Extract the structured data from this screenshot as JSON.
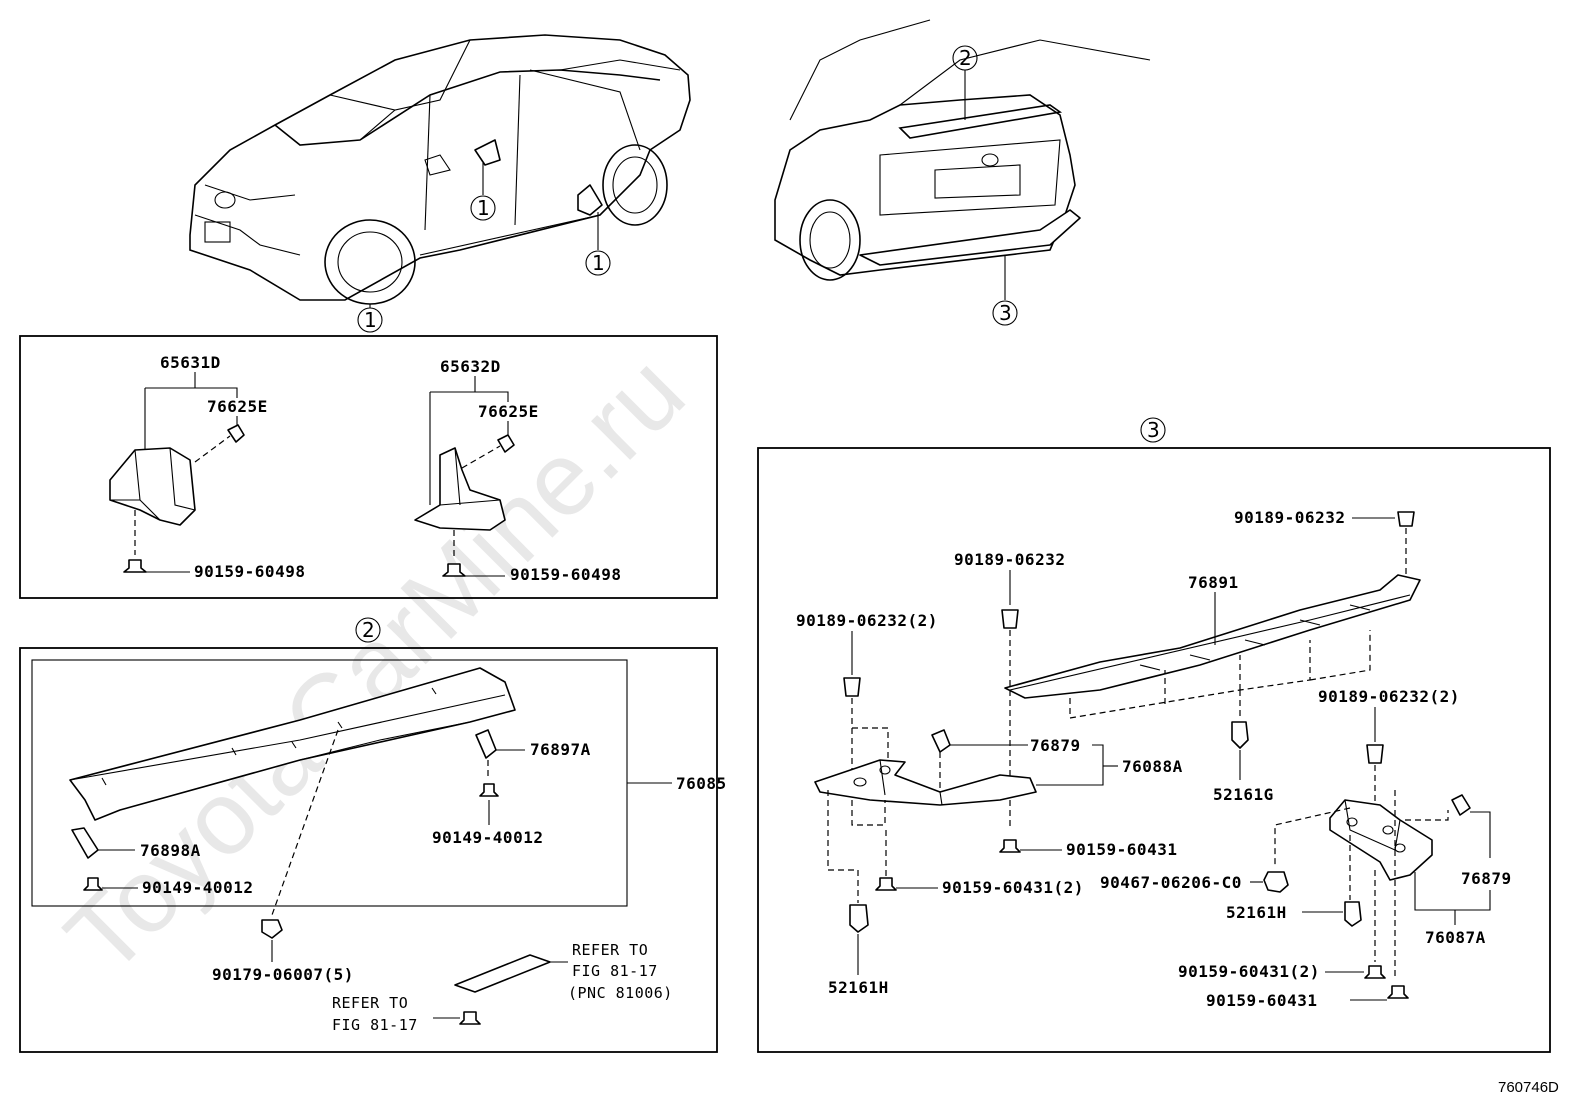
{
  "watermark": "ToyotaCarMine.ru",
  "diagram_code": "760746D",
  "callouts": {
    "one": "1",
    "two": "2",
    "three": "3"
  },
  "section1": {
    "bracket_left_pn": "65631D",
    "clip_left_pn": "76625E",
    "bolt_left_pn": "90159-60498",
    "bracket_right_pn": "65632D",
    "clip_right_pn": "76625E",
    "bolt_right_pn": "90159-60498"
  },
  "section2": {
    "assembly_pn": "76085",
    "bracket_right_pn": "76897A",
    "bracket_left_pn": "76898A",
    "screw_right_pn": "90149-40012",
    "screw_left_pn": "90149-40012",
    "nut_pn": "90179-06007(5)",
    "refer_right_line1": "REFER TO",
    "refer_right_line2": "FIG 81-17",
    "refer_right_line3": "(PNC 81006)",
    "refer_left_line1": "REFER TO",
    "refer_left_line2": "FIG 81-17"
  },
  "section3": {
    "clip_top_right": "90189-06232",
    "clip_top_mid": "90189-06232",
    "clip_left_2": "90189-06232(2)",
    "clip_right_2": "90189-06232(2)",
    "cover_center_pn": "76891",
    "retainer_left": "76879",
    "retainer_right": "76879",
    "assy_left_pn": "76088A",
    "assy_right_pn": "76087A",
    "clip_center_pn": "52161G",
    "clip_left_pn": "52161H",
    "clip_right_pn": "52161H",
    "screw_mid": "90159-60431",
    "screw_left_2": "90159-60431(2)",
    "screw_right_2": "90159-60431(2)",
    "screw_right": "90159-60431",
    "nut_pn": "90467-06206-C0"
  }
}
